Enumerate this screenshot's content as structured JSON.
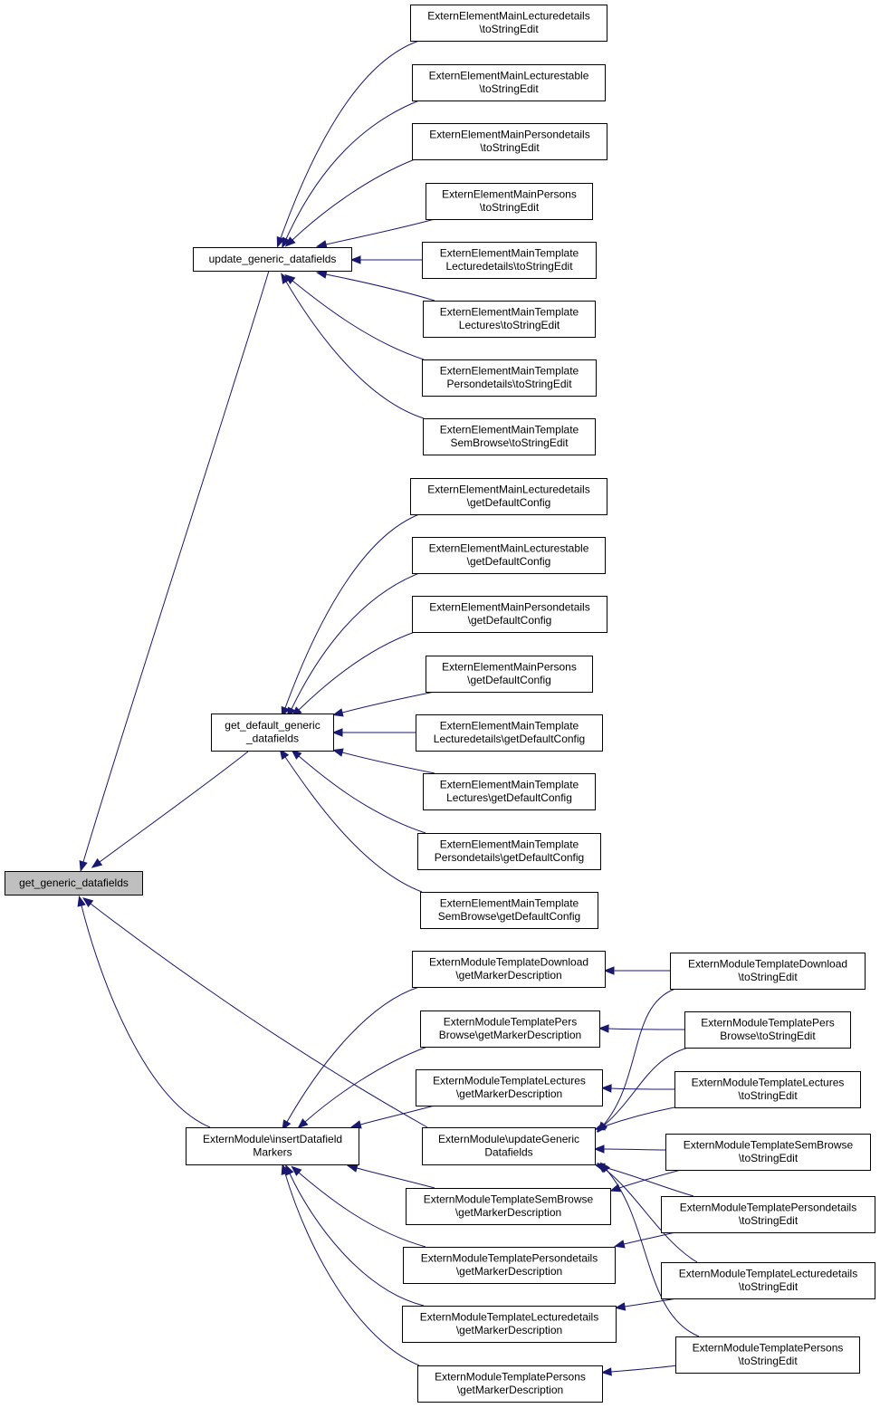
{
  "nodes": {
    "root": [
      "get_generic_datafields"
    ],
    "ugd": [
      "update_generic_datafields"
    ],
    "gdgd": [
      "get_default_generic",
      "_datafields"
    ],
    "emi": [
      "ExternModule\\insertDatafield",
      "Markers"
    ],
    "emu": [
      "ExternModule\\updateGeneric",
      "Datafields"
    ],
    "u1": [
      "ExternElementMainLecturedetails",
      "\\toStringEdit"
    ],
    "u2": [
      "ExternElementMainLecturestable",
      "\\toStringEdit"
    ],
    "u3": [
      "ExternElementMainPersondetails",
      "\\toStringEdit"
    ],
    "u4": [
      "ExternElementMainPersons",
      "\\toStringEdit"
    ],
    "u5": [
      "ExternElementMainTemplate",
      "Lecturedetails\\toStringEdit"
    ],
    "u6": [
      "ExternElementMainTemplate",
      "Lectures\\toStringEdit"
    ],
    "u7": [
      "ExternElementMainTemplate",
      "Persondetails\\toStringEdit"
    ],
    "u8": [
      "ExternElementMainTemplate",
      "SemBrowse\\toStringEdit"
    ],
    "d1": [
      "ExternElementMainLecturedetails",
      "\\getDefaultConfig"
    ],
    "d2": [
      "ExternElementMainLecturestable",
      "\\getDefaultConfig"
    ],
    "d3": [
      "ExternElementMainPersondetails",
      "\\getDefaultConfig"
    ],
    "d4": [
      "ExternElementMainPersons",
      "\\getDefaultConfig"
    ],
    "d5": [
      "ExternElementMainTemplate",
      "Lecturedetails\\getDefaultConfig"
    ],
    "d6": [
      "ExternElementMainTemplate",
      "Lectures\\getDefaultConfig"
    ],
    "d7": [
      "ExternElementMainTemplate",
      "Persondetails\\getDefaultConfig"
    ],
    "d8": [
      "ExternElementMainTemplate",
      "SemBrowse\\getDefaultConfig"
    ],
    "m1": [
      "ExternModuleTemplateDownload",
      "\\getMarkerDescription"
    ],
    "m2": [
      "ExternModuleTemplatePers",
      "Browse\\getMarkerDescription"
    ],
    "m3": [
      "ExternModuleTemplateLectures",
      "\\getMarkerDescription"
    ],
    "m4": [
      "ExternModuleTemplateSemBrowse",
      "\\getMarkerDescription"
    ],
    "m5": [
      "ExternModuleTemplatePersondetails",
      "\\getMarkerDescription"
    ],
    "m6": [
      "ExternModuleTemplateLecturedetails",
      "\\getMarkerDescription"
    ],
    "m7": [
      "ExternModuleTemplatePersons",
      "\\getMarkerDescription"
    ],
    "t1": [
      "ExternModuleTemplateDownload",
      "\\toStringEdit"
    ],
    "t2": [
      "ExternModuleTemplatePers",
      "Browse\\toStringEdit"
    ],
    "t3": [
      "ExternModuleTemplateLectures",
      "\\toStringEdit"
    ],
    "t4": [
      "ExternModuleTemplateSemBrowse",
      "\\toStringEdit"
    ],
    "t5": [
      "ExternModuleTemplatePersondetails",
      "\\toStringEdit"
    ],
    "t6": [
      "ExternModuleTemplateLecturedetails",
      "\\toStringEdit"
    ],
    "t7": [
      "ExternModuleTemplatePersons",
      "\\toStringEdit"
    ]
  },
  "edges": [
    [
      "ugd",
      "root"
    ],
    [
      "gdgd",
      "root"
    ],
    [
      "emi",
      "root"
    ],
    [
      "emu",
      "root"
    ],
    [
      "u1",
      "ugd"
    ],
    [
      "u2",
      "ugd"
    ],
    [
      "u3",
      "ugd"
    ],
    [
      "u4",
      "ugd"
    ],
    [
      "u5",
      "ugd"
    ],
    [
      "u6",
      "ugd"
    ],
    [
      "u7",
      "ugd"
    ],
    [
      "u8",
      "ugd"
    ],
    [
      "d1",
      "gdgd"
    ],
    [
      "d2",
      "gdgd"
    ],
    [
      "d3",
      "gdgd"
    ],
    [
      "d4",
      "gdgd"
    ],
    [
      "d5",
      "gdgd"
    ],
    [
      "d6",
      "gdgd"
    ],
    [
      "d7",
      "gdgd"
    ],
    [
      "d8",
      "gdgd"
    ],
    [
      "m1",
      "emi"
    ],
    [
      "m2",
      "emi"
    ],
    [
      "m3",
      "emi"
    ],
    [
      "m4",
      "emi"
    ],
    [
      "m5",
      "emi"
    ],
    [
      "m6",
      "emi"
    ],
    [
      "m7",
      "emi"
    ],
    [
      "t1",
      "m1"
    ],
    [
      "t2",
      "m2"
    ],
    [
      "t3",
      "m3"
    ],
    [
      "t4",
      "m4"
    ],
    [
      "t5",
      "m5"
    ],
    [
      "t6",
      "m6"
    ],
    [
      "t7",
      "m7"
    ],
    [
      "t1",
      "emu"
    ],
    [
      "t2",
      "emu"
    ],
    [
      "t3",
      "emu"
    ],
    [
      "t4",
      "emu"
    ],
    [
      "t5",
      "emu"
    ],
    [
      "t6",
      "emu"
    ],
    [
      "t7",
      "emu"
    ]
  ],
  "colors": {
    "edge": "#191970",
    "focus_fill": "#bfbfbf",
    "node_border": "#000000"
  },
  "focus_node": "root"
}
